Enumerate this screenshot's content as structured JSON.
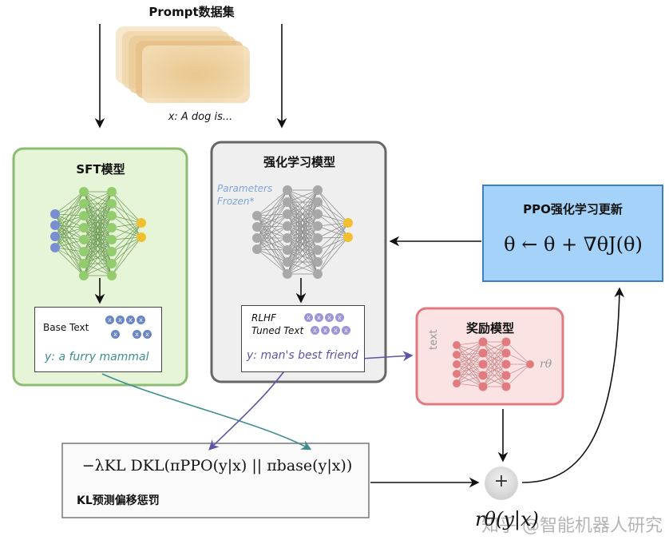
{
  "dataset": {
    "title": "Prompt数据集",
    "sample": "x: A dog is..."
  },
  "sft": {
    "title": "SFT模型",
    "output_label": "Base Text",
    "output_text": "y: a furry mammal"
  },
  "rl": {
    "title": "强化学习模型",
    "frozen_note": "Parameters Frozen*",
    "output_label_line1": "RLHF",
    "output_label_line2": "Tuned Text",
    "output_text": "y: man's best friend"
  },
  "ppo": {
    "title": "PPO强化学习更新",
    "formula": "θ ← θ + ∇θJ(θ)"
  },
  "reward": {
    "title": "奖励模型",
    "input_label": "text",
    "output_symbol": "rθ"
  },
  "kl": {
    "formula": "−λKL DKL(πPPO(y|x) || πbase(y|x))",
    "title": "KL预测偏移惩罚"
  },
  "sum": {
    "symbol": "+",
    "below": "rθ(y|x)"
  },
  "watermark": "知乎 @智能机器人研究",
  "colors": {
    "sft_fill": "#e6f5d8",
    "sft_border": "#8bbb74",
    "rl_fill": "#efefef",
    "rl_border": "#666666",
    "ppo_fill": "#a5d2f8",
    "ppo_border": "#3c7fc4",
    "reward_fill": "#fbe3e3",
    "reward_border": "#e07a80",
    "node_green": "#93cc6c",
    "node_gray": "#a8a8a8",
    "node_red": "#e27b80",
    "node_blue": "#7a8fd1",
    "node_yellow": "#f2c02f",
    "arrow_teal": "#3e8e8e",
    "arrow_purple": "#5a55a8"
  }
}
